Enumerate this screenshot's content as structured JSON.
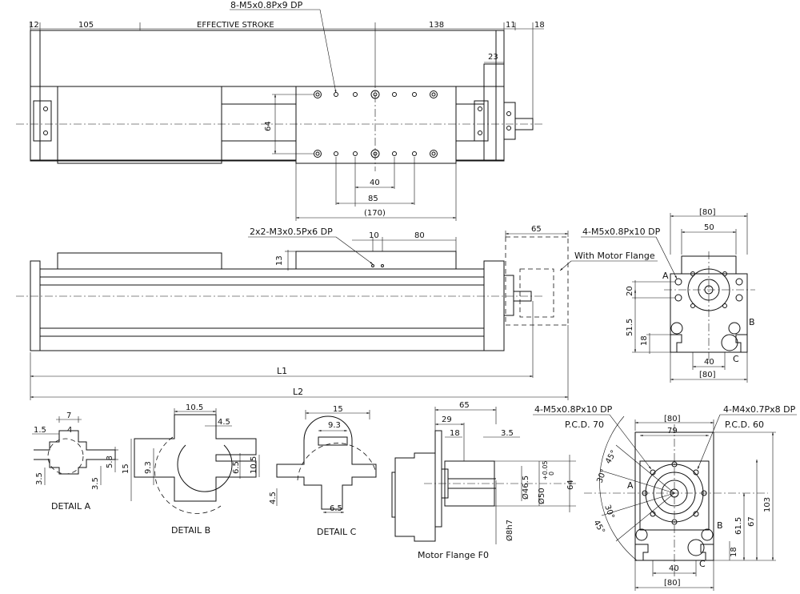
{
  "top_view": {
    "dims": {
      "d12": "12",
      "d105": "105",
      "effective_stroke": "EFFECTIVE STROKE",
      "d138": "138",
      "d11": "11",
      "d18": "18",
      "d23": "23",
      "d64": "64",
      "d40": "40",
      "d85": "85",
      "d170": "(170)"
    },
    "tapped_holes": "8-M5x0.8Px9 DP"
  },
  "side_view": {
    "tapped_holes": "2x2-M3x0.5Px6 DP",
    "dims": {
      "d10": "10",
      "d80": "80",
      "d13": "13",
      "d65": "65",
      "L1": "L1",
      "L2": "L2"
    },
    "with_motor_flange": "With Motor Flange"
  },
  "end_view": {
    "dims": {
      "d80_top": "[80]",
      "d50": "50",
      "d20": "20",
      "d51_5": "51.5",
      "d18": "18",
      "d40": "40",
      "d80_bot": "[80]"
    },
    "tapped_holes": "4-M5x0.8Px10 DP",
    "marks": {
      "A": "A",
      "B": "B",
      "C": "C"
    }
  },
  "detail_a": {
    "title": "DETAIL A",
    "dims": {
      "d7": "7",
      "d1_5": "1.5",
      "d4": "4",
      "d5_8": "5.8",
      "d3_5a": "3.5",
      "d3_5b": "3.5"
    }
  },
  "detail_b": {
    "title": "DETAIL B",
    "dims": {
      "d10_5": "10.5",
      "d4_5": "4.5",
      "d15": "15",
      "d9_3": "9.3",
      "d6_5": "6.5"
    }
  },
  "detail_c": {
    "title": "DETAIL C",
    "dims": {
      "d15": "15",
      "d9_3": "9.3",
      "d10_5": "10.5",
      "d4_5": "4.5",
      "d6_5": "6.5"
    }
  },
  "motor_flange": {
    "title": "Motor Flange F0",
    "dims": {
      "d65": "65",
      "d29": "29",
      "d18": "18",
      "d3_5": "3.5",
      "d46_5": "Ø46.5",
      "d50": "Ø50",
      "tol_hi": "+0.05",
      "tol_lo": "0",
      "d64": "64",
      "d8h7": "Ø8h7"
    }
  },
  "flange_end": {
    "holes_m5": "4-M5x0.8Px10 DP",
    "pcd70": "P.C.D. 70",
    "holes_m4": "4-M4x0.7Px8 DP",
    "pcd60": "P.C.D. 60",
    "dims": {
      "d80_top": "[80]",
      "d79": "79",
      "d45a": "45°",
      "d30a": "30°",
      "d30b": "30°",
      "d45b": "45°",
      "d61_5": "61.5",
      "d67": "67",
      "d103": "103",
      "d18": "18",
      "d40": "40",
      "d80_bot": "[80]"
    },
    "marks": {
      "A": "A",
      "B": "B",
      "C": "C"
    }
  }
}
